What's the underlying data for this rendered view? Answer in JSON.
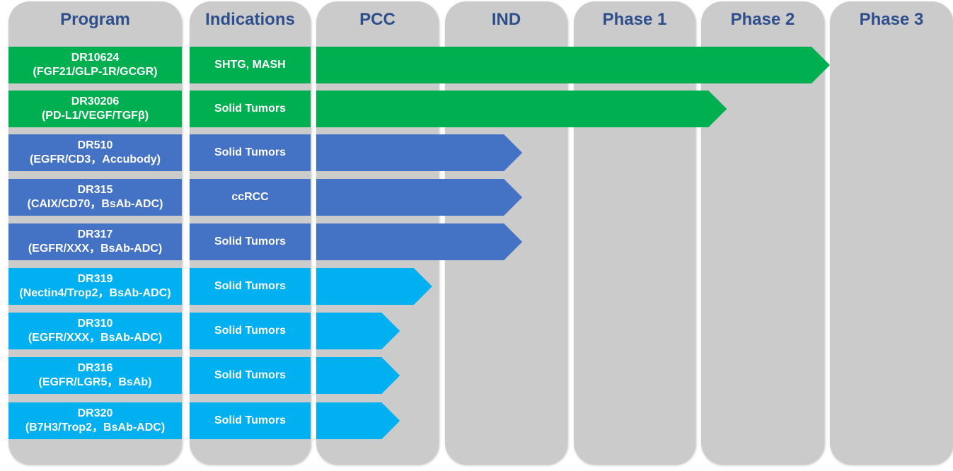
{
  "headers": {
    "program": "Program",
    "indications": "Indications",
    "stages": [
      "PCC",
      "IND",
      "Phase 1",
      "Phase 2",
      "Phase 3"
    ]
  },
  "colors": {
    "green": "#00b050",
    "dark_blue": "#4472c4",
    "light_blue": "#00b0f0",
    "column_bg": "#cbcbcb",
    "header_text": "#2e4f8c"
  },
  "chart_data": {
    "type": "bar",
    "categories": [
      "PCC",
      "IND",
      "Phase 1",
      "Phase 2",
      "Phase 3"
    ],
    "programs": [
      {
        "name": "DR10624",
        "targets": "(FGF21/GLP-1R/GCGR)",
        "indication": "SHTG, MASH",
        "color": "green",
        "progress": 4.0
      },
      {
        "name": "DR30206",
        "targets": "(PD-L1/VEGF/TGFβ)",
        "indication": "Solid Tumors",
        "color": "green",
        "progress": 3.2
      },
      {
        "name": "DR510",
        "targets": "(EGFR/CD3，Accubody)",
        "indication": "Solid Tumors",
        "color": "dark_blue",
        "progress": 1.6
      },
      {
        "name": "DR315",
        "targets": "(CAIX/CD70，BsAb-ADC)",
        "indication": "ccRCC",
        "color": "dark_blue",
        "progress": 1.6
      },
      {
        "name": "DR317",
        "targets": "(EGFR/XXX，BsAb-ADC)",
        "indication": "Solid Tumors",
        "color": "dark_blue",
        "progress": 1.6
      },
      {
        "name": "DR319",
        "targets": "(Nectin4/Trop2，BsAb-ADC)",
        "indication": "Solid Tumors",
        "color": "light_blue",
        "progress": 0.9
      },
      {
        "name": "DR310",
        "targets": "(EGFR/XXX，BsAb-ADC)",
        "indication": "Solid Tumors",
        "color": "light_blue",
        "progress": 0.65
      },
      {
        "name": "DR316",
        "targets": "(EGFR/LGR5，BsAb)",
        "indication": "Solid Tumors",
        "color": "light_blue",
        "progress": 0.65
      },
      {
        "name": "DR320",
        "targets": "(B7H3/Trop2，BsAb-ADC)",
        "indication": "Solid Tumors",
        "color": "light_blue",
        "progress": 0.65
      }
    ]
  }
}
